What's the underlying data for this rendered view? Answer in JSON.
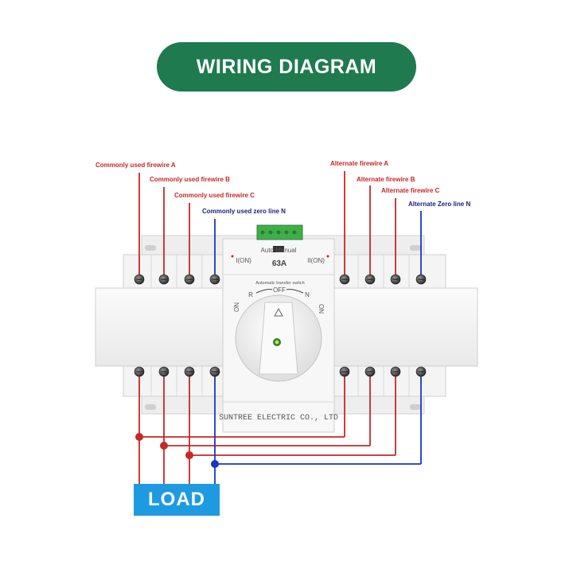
{
  "title": "WIRING DIAGRAM",
  "colors": {
    "title_bg": "#1f7a4f",
    "phase_wire": "#c62828",
    "neutral_wire": "#1a35c8",
    "load_bg": "#1e9be0"
  },
  "labels": {
    "common_a": "Commonly used firewire A",
    "common_b": "Commonly used firewire B",
    "common_c": "Commonly used firewire C",
    "common_n": "Commonly used zero line N",
    "alt_a": "Alternate firewire A",
    "alt_b": "Alternate firewire B",
    "alt_c": "Alternate firewire C",
    "alt_n": "Alternate Zero line N"
  },
  "device": {
    "rating": "63A",
    "switch_caption": "Automatic transfer switch",
    "off": "OFF",
    "r": "R",
    "n": "N",
    "on_left": "ON",
    "on_right": "ON",
    "mode": "Auto  Manual",
    "left_source": "I(ON)",
    "right_source": "II(ON)",
    "brand": "SUNTREE ELECTRIC CO., LTD"
  },
  "load": "LOAD"
}
